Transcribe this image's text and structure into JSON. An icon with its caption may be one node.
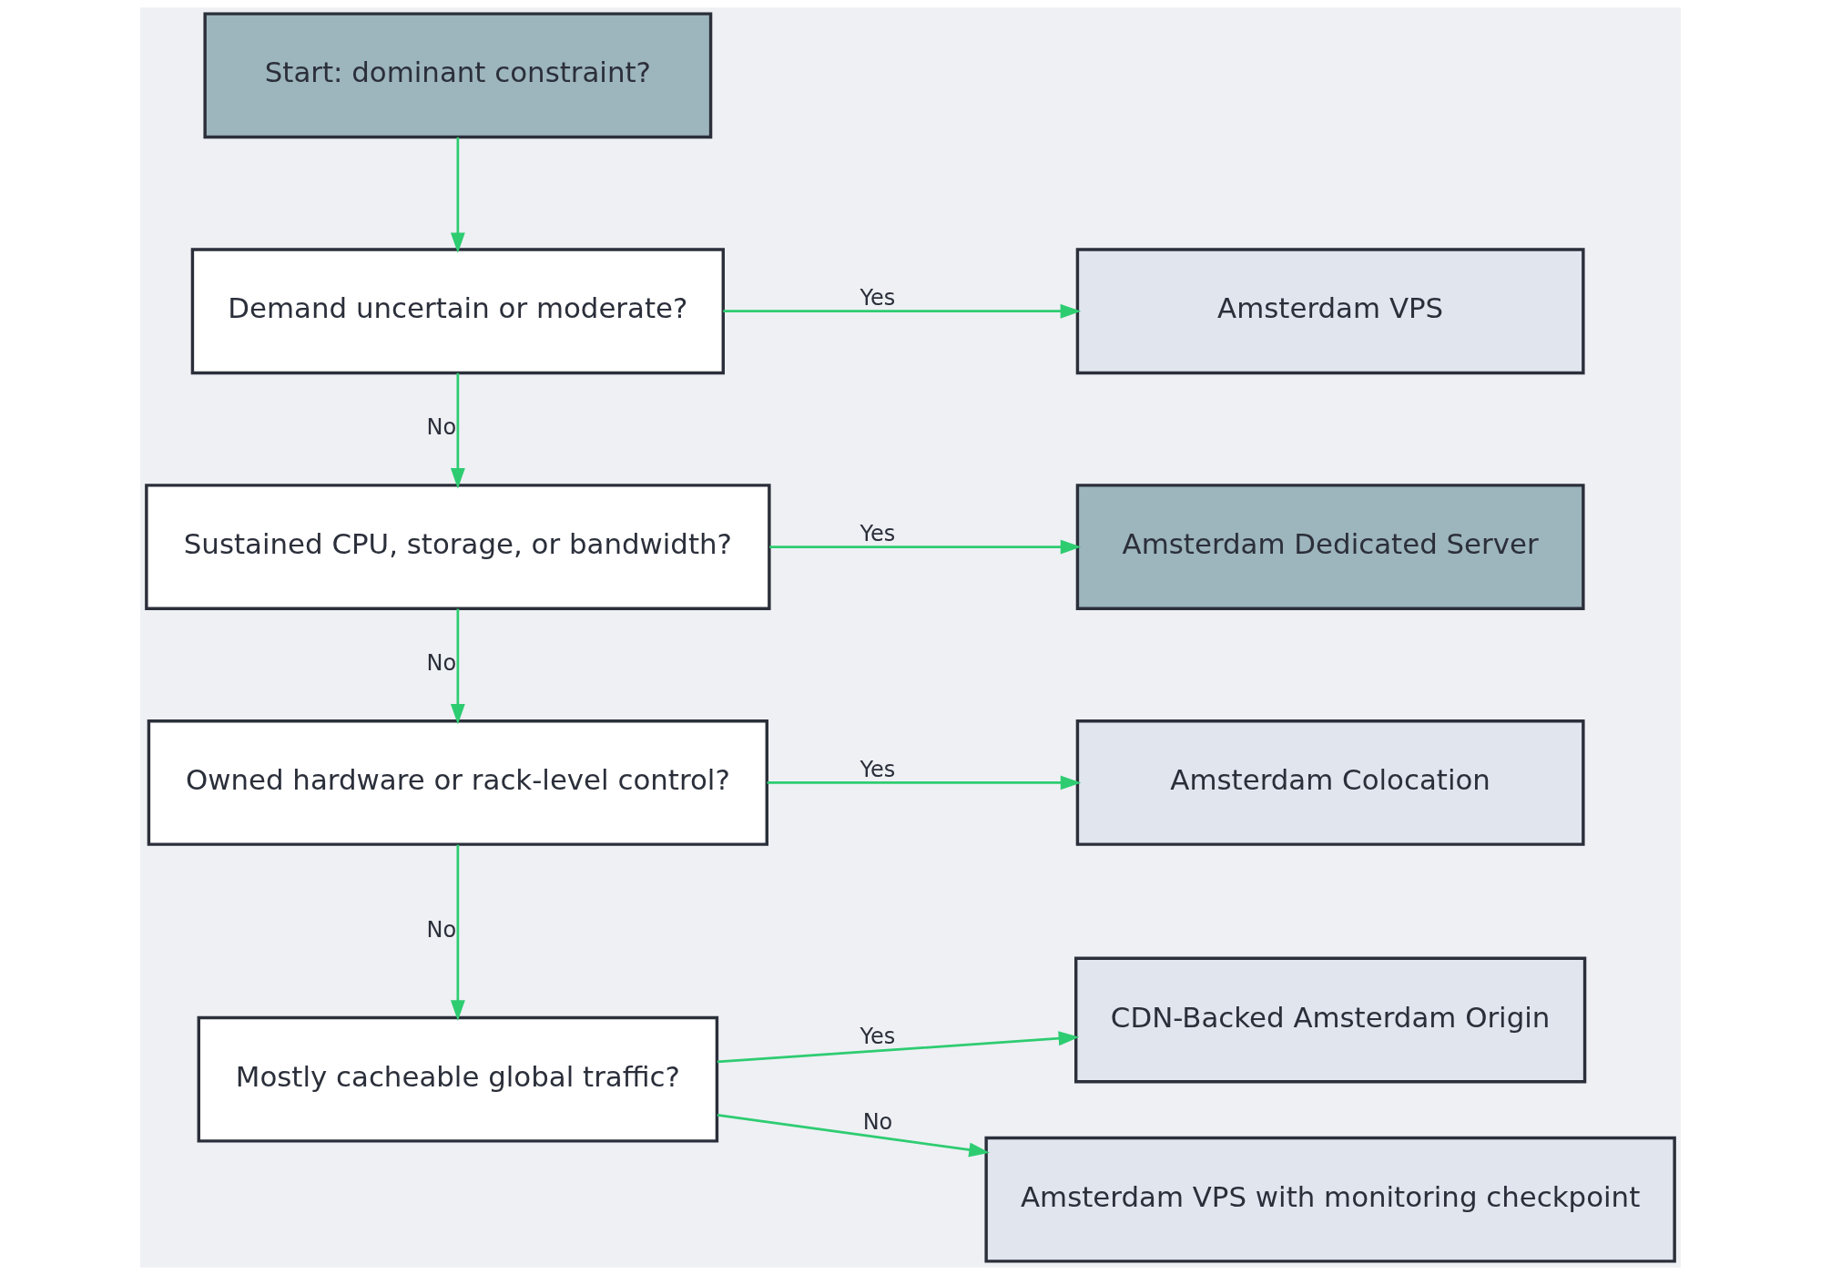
{
  "diagram": {
    "nodes": [
      {
        "text": [
          "Start: dominant constraint?"
        ]
      },
      {
        "text": [
          "Demand uncertain or moderate?"
        ]
      },
      {
        "text": [
          "Sustained CPU, storage, or bandwidth?"
        ]
      },
      {
        "text": [
          "Owned hardware or rack-level control?"
        ]
      },
      {
        "text": [
          "Mostly cacheable global traffic?"
        ]
      },
      {
        "text": [
          "Amsterdam VPS"
        ]
      },
      {
        "text": [
          "Amsterdam Dedicated Server"
        ]
      },
      {
        "text": [
          "Amsterdam Colocation"
        ]
      },
      {
        "text": [
          "CDN-Backed Amsterdam Origin"
        ]
      },
      {
        "text": [
          "Amsterdam VPS with monitoring checkpoint"
        ]
      }
    ],
    "edges": [
      {
        "from": 0,
        "to": 1,
        "arrow": "to"
      },
      {
        "from": 1,
        "to": 5,
        "arrow": "to",
        "label": "Yes"
      },
      {
        "from": 1,
        "to": 2,
        "arrow": "to",
        "label": "No"
      },
      {
        "from": 2,
        "to": 6,
        "arrow": "to",
        "label": "Yes"
      },
      {
        "from": 2,
        "to": 3,
        "arrow": "to",
        "label": "No"
      },
      {
        "from": 3,
        "to": 7,
        "arrow": "to",
        "label": "Yes"
      },
      {
        "from": 3,
        "to": 4,
        "arrow": "to",
        "label": "No"
      },
      {
        "from": 4,
        "to": 8,
        "arrow": "to",
        "label": "Yes"
      },
      {
        "from": 4,
        "to": 9,
        "arrow": "to",
        "label": "No"
      }
    ]
  }
}
